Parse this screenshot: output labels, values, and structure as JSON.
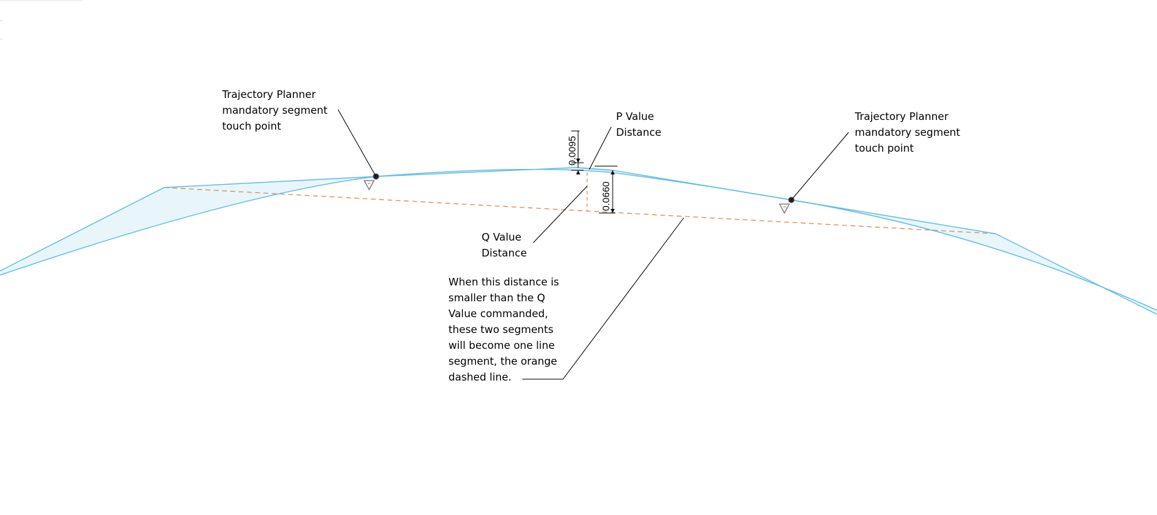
{
  "colors": {
    "toolpath": "#63bde3",
    "toolpath_fill": "#e8f6fc",
    "dashed_line": "#de9056",
    "leader": "#000000",
    "touch_point": "#222222",
    "marker": "#8a8a8a"
  },
  "labels": {
    "left_touch_point": [
      "Trajectory Planner",
      "mandatory segment",
      "touch point"
    ],
    "right_touch_point": [
      "Trajectory Planner",
      "mandatory segment",
      "touch point"
    ],
    "p_value": [
      "P Value",
      "Distance"
    ],
    "q_value": [
      "Q Value",
      "Distance"
    ],
    "explanation": [
      "When this distance is",
      "smaller than the Q",
      "Value commanded,",
      "these two segments",
      "will become one line",
      "segment, the orange",
      "dashed line."
    ]
  },
  "dimensions": {
    "p_value": "0.0095",
    "q_value": "0.0660"
  }
}
